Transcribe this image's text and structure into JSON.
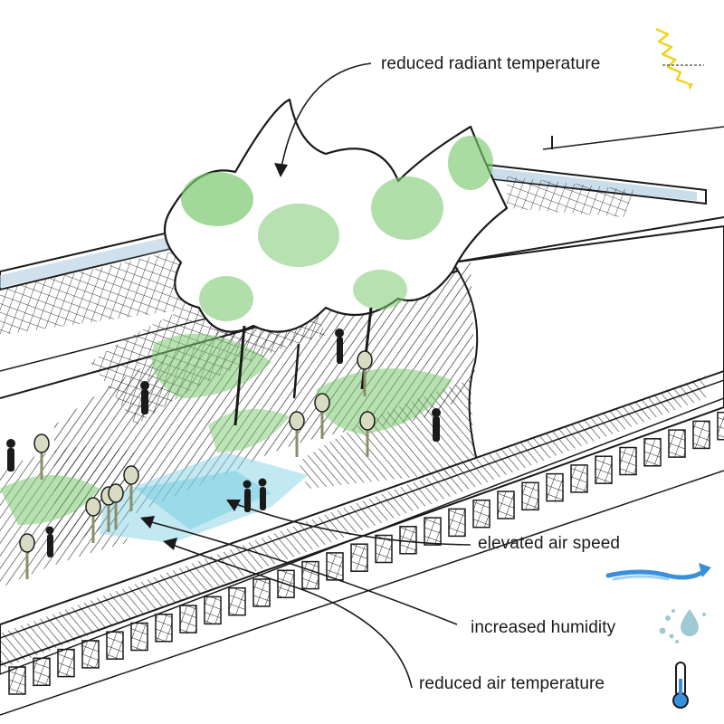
{
  "labels": {
    "radiant": "reduced radiant temperature",
    "air_speed": "elevated air speed",
    "humidity": "increased humidity",
    "air_temp": "reduced air temperature"
  },
  "icons": {
    "radiant": "sun-ray-icon",
    "air_speed": "wind-arrow-icon",
    "humidity": "water-drops-icon",
    "air_temp": "thermometer-icon"
  },
  "colors": {
    "ink": "#1a1a1a",
    "foliage": "#7bc96f",
    "water": "#8fd6e6",
    "sky_blue": "#3a8fd9",
    "sun_yellow": "#f2d21b",
    "drop": "#9fc9d3"
  }
}
